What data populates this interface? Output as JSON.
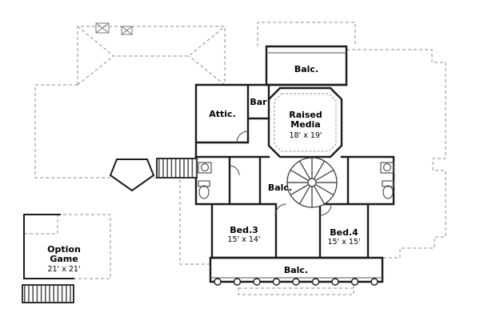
{
  "plan": {
    "rooms": {
      "balcony_top": {
        "label": "Balc."
      },
      "attic": {
        "label": "Attic."
      },
      "bar": {
        "label": "Bar"
      },
      "media": {
        "line1": "Raised",
        "line2": "Media",
        "dims": "18' x 19'"
      },
      "balcony_mid": {
        "label": "Balc."
      },
      "bed3": {
        "label": "Bed.3",
        "dims": "15' x 14'"
      },
      "bed4": {
        "label": "Bed.4",
        "dims": "15' x 15'"
      },
      "balcony_bottom": {
        "label": "Balc."
      },
      "option_game": {
        "line1": "Option",
        "line2": "Game",
        "dims": "21' x 21'"
      }
    },
    "colors": {
      "wall": "#1c1c1c",
      "roof_outline": "#8c8c8c",
      "text": "#000000",
      "background": "#ffffff"
    }
  }
}
